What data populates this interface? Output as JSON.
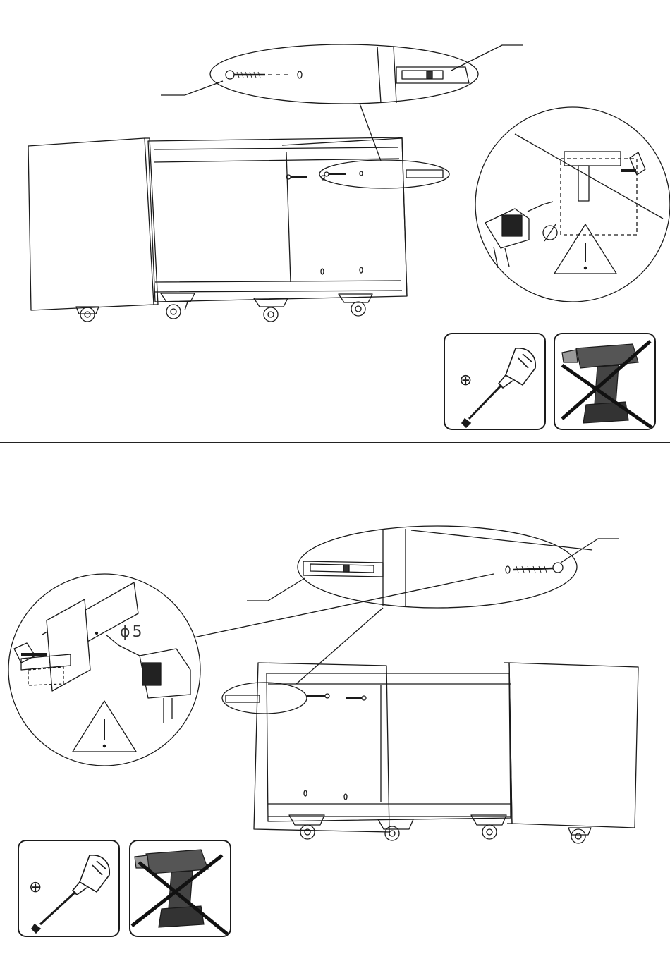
{
  "page": {
    "width": 950,
    "height": 1353
  },
  "steps": [
    {
      "id": "step-a",
      "detail_bubble_label": "",
      "drill_diameter_label": "",
      "tools": {
        "allowed": {
          "icon": "phillips-screwdriver-icon",
          "bit_symbol": "⊕"
        },
        "forbidden": {
          "icon": "cordless-drill-icon",
          "mark": "crossed-out"
        }
      }
    },
    {
      "id": "step-b",
      "drill_diameter_label": "ϕ5",
      "tools": {
        "allowed": {
          "icon": "phillips-screwdriver-icon",
          "bit_symbol": "⊕"
        },
        "forbidden": {
          "icon": "cordless-drill-icon",
          "mark": "crossed-out"
        }
      }
    }
  ],
  "colors": {
    "line": "#1a1a1a",
    "panel_fill": "#ffffff",
    "shade": "#555555"
  }
}
